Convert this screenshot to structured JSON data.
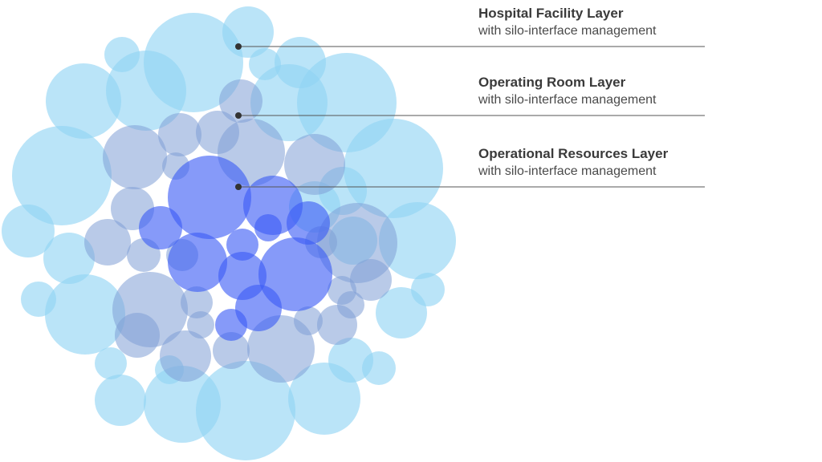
{
  "layers": [
    {
      "key": "hospital",
      "title": "Hospital Facility Layer",
      "subtitle": "with silo-interface management",
      "color": "#8fd3f4"
    },
    {
      "key": "operating_room",
      "title": "Operating Room Layer",
      "subtitle": "with silo-interface management",
      "color": "#7f9fd6"
    },
    {
      "key": "resources",
      "title": "Operational Resources Layer",
      "subtitle": "with silo-interface management",
      "color": "#3b5cf5"
    }
  ],
  "colors": {
    "leader_line": "#555555",
    "leader_dot": "#333333",
    "title_text": "#3a3a3a",
    "subtitle_text": "#4a4a4a"
  }
}
